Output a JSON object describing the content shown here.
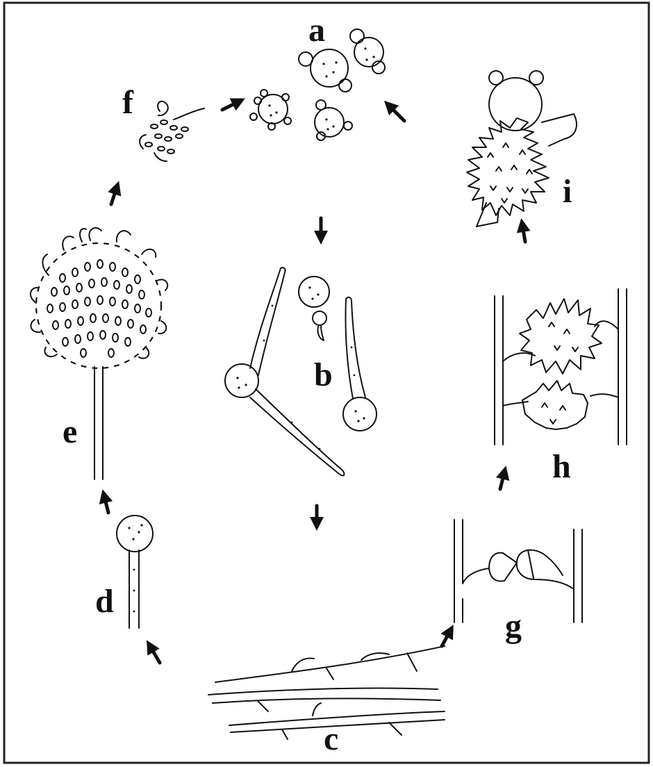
{
  "labels": {
    "a": "a",
    "b": "b",
    "c": "c",
    "d": "d",
    "e": "e",
    "f": "f",
    "g": "g",
    "h": "h",
    "i": "i"
  },
  "colors": {
    "ink": "#111111",
    "background": "#ffffff",
    "border": "#222222"
  }
}
